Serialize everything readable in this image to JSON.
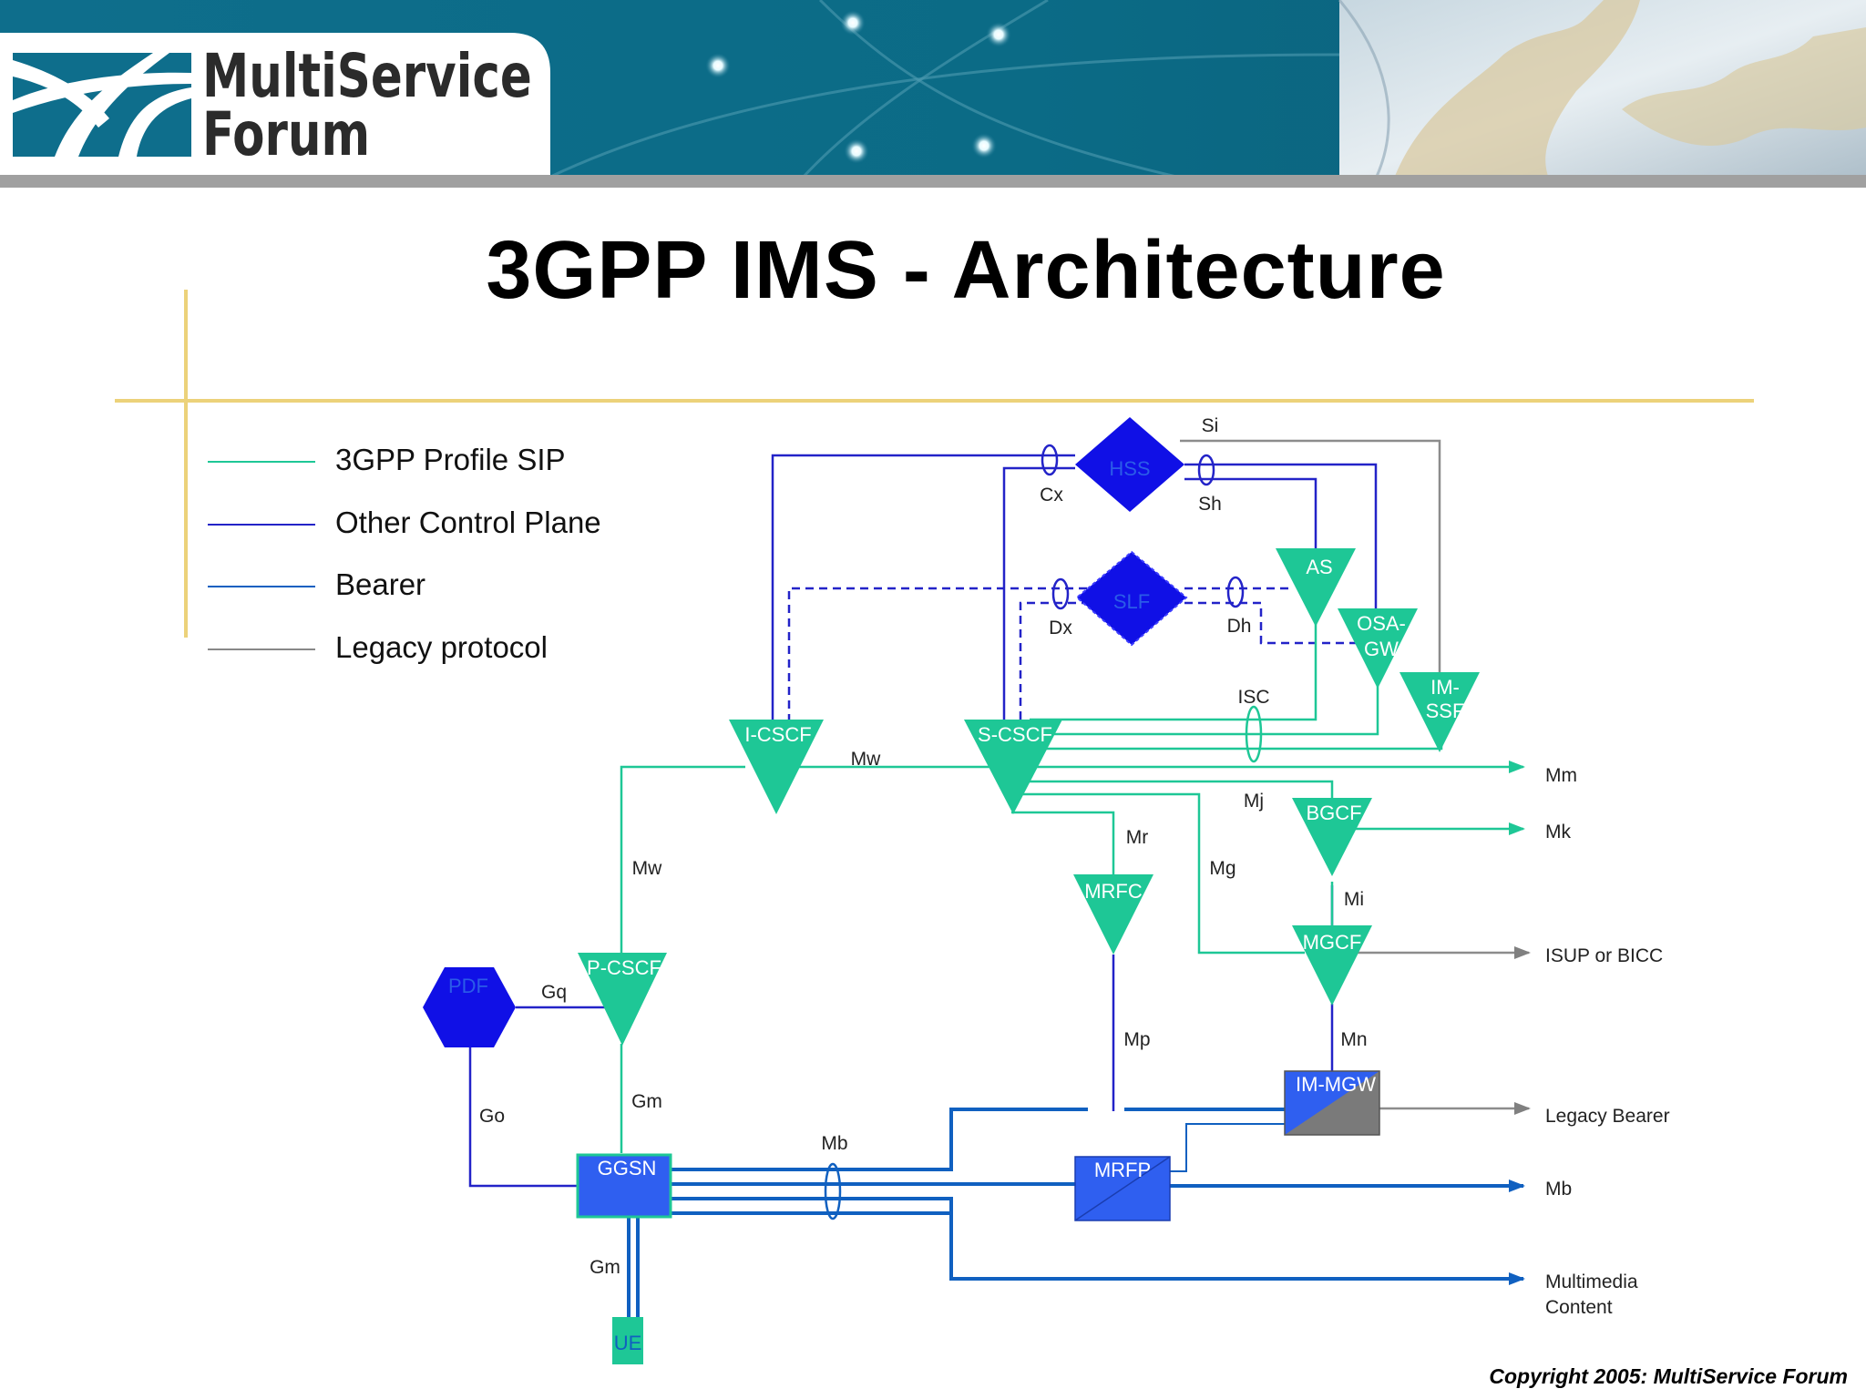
{
  "header": {
    "logo_line1": "MultiService",
    "logo_line2": "Forum"
  },
  "title": "3GPP IMS - Architecture",
  "legend": [
    {
      "label": "3GPP Profile SIP",
      "color": "#1ec796"
    },
    {
      "label": "Other Control Plane",
      "color": "#2323c8"
    },
    {
      "label": "Bearer",
      "color": "#1060c0"
    },
    {
      "label": "Legacy protocol",
      "color": "#888888"
    }
  ],
  "nodes": {
    "hss": "HSS",
    "slf": "SLF",
    "as": "AS",
    "osa_gw_1": "OSA-",
    "osa_gw_2": "GW",
    "im_ssf_1": "IM-",
    "im_ssf_2": "SSF",
    "i_cscf": "I-CSCF",
    "s_cscf": "S-CSCF",
    "bgcf": "BGCF",
    "mrfc": "MRFC",
    "mgcf": "MGCF",
    "p_cscf": "P-CSCF",
    "pdf": "PDF",
    "im_mgw": "IM-MGW",
    "ggsn": "GGSN",
    "mrfp": "MRFP",
    "ue": "UE"
  },
  "interfaces": {
    "si": "Si",
    "cx": "Cx",
    "sh": "Sh",
    "dx": "Dx",
    "dh": "Dh",
    "isc": "ISC",
    "mw_top": "Mw",
    "mw_left": "Mw",
    "mj": "Mj",
    "mr": "Mr",
    "mg": "Mg",
    "mi": "Mi",
    "gq": "Gq",
    "go": "Go",
    "gm_top": "Gm",
    "gm_bottom": "Gm",
    "mb_mid": "Mb",
    "mp": "Mp",
    "mn": "Mn"
  },
  "external": {
    "mm": "Mm",
    "mk": "Mk",
    "isup": "ISUP or BICC",
    "legacy_bearer": "Legacy Bearer",
    "mb": "Mb",
    "multimedia_1": "Multimedia",
    "multimedia_2": "Content"
  },
  "copyright": "Copyright 2005:  MultiService Forum"
}
